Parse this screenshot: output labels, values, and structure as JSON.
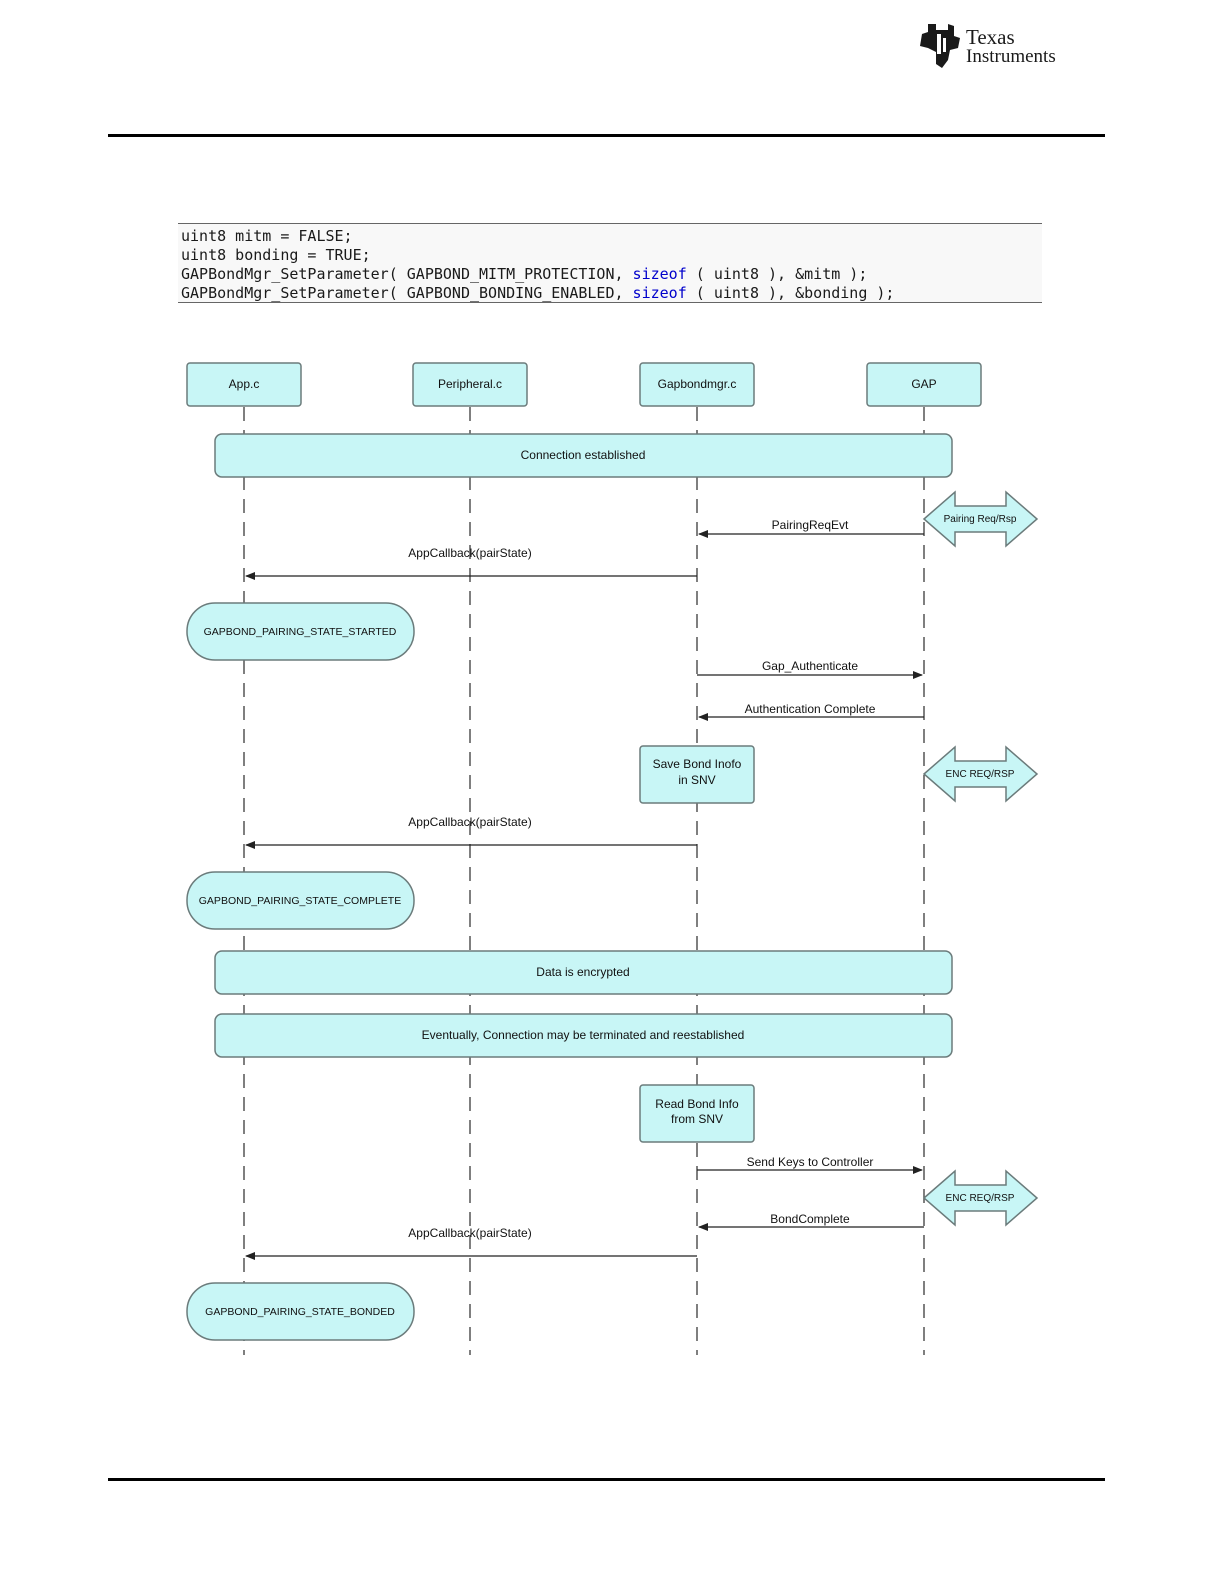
{
  "header": {
    "logo_line1": "Texas",
    "logo_line2": "Instruments"
  },
  "code": {
    "lines": [
      [
        {
          "t": "uint8 mitm = FALSE;",
          "k": false
        }
      ],
      [
        {
          "t": "uint8 bonding = TRUE;",
          "k": false
        }
      ],
      [
        {
          "t": "GAPBondMgr_SetParameter( GAPBOND_MITM_PROTECTION, ",
          "k": false
        },
        {
          "t": "sizeof",
          "k": true
        },
        {
          "t": " ( uint8 ), &mitm );",
          "k": false
        }
      ],
      [
        {
          "t": "GAPBondMgr_SetParameter( GAPBOND_BONDING_ENABLED, ",
          "k": false
        },
        {
          "t": "sizeof",
          "k": true
        },
        {
          "t": " ( uint8 ), &bonding );",
          "k": false
        }
      ]
    ]
  },
  "diagram": {
    "colors": {
      "fill": "#c8f6f6",
      "stroke": "#6b7b7b",
      "line": "#444444"
    },
    "participants": [
      "App.c",
      "Peripheral.c",
      "Gapbondmgr.c",
      "GAP"
    ],
    "banner_connection": "Connection established",
    "banner_encrypted": "Data is encrypted",
    "banner_reconnect": "Eventually, Connection may be terminated and reestablished",
    "msg_pairing_req_evt": "PairingReqEvt",
    "msg_appcallback_1": "AppCallback(pairState)",
    "msg_gap_authenticate": "Gap_Authenticate",
    "msg_auth_complete": "Authentication Complete",
    "msg_appcallback_2": "AppCallback(pairState)",
    "msg_send_keys": "Send Keys to Controller",
    "msg_bond_complete": "BondComplete",
    "msg_appcallback_3": "AppCallback(pairState)",
    "state_started": "GAPBOND_PAIRING_STATE_STARTED",
    "state_complete": "GAPBOND_PAIRING_STATE_COMPLETE",
    "state_bonded": "GAPBOND_PAIRING_STATE_BONDED",
    "save_bond_line1": "Save Bond Inofo",
    "save_bond_line2": "in SNV",
    "read_bond_line1": "Read Bond Info",
    "read_bond_line2": "from SNV",
    "arrow_pairing": "Pairing Req/Rsp",
    "arrow_enc_1": "ENC REQ/RSP",
    "arrow_enc_2": "ENC REQ/RSP"
  }
}
